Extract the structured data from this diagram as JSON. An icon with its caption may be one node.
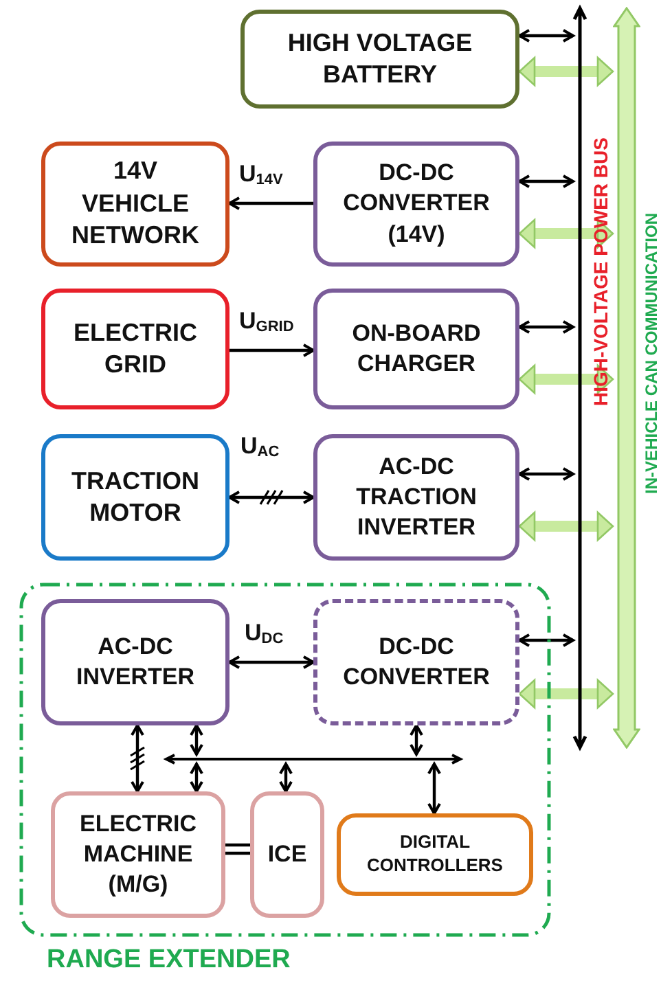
{
  "diagram": {
    "nodes": [
      {
        "text": [
          "HIGH VOLTAGE BATTERY"
        ]
      },
      {
        "text": [
          "14V VEHICLE NETWORK"
        ]
      },
      {
        "text": [
          "DC-DC CONVERTER (14V)"
        ]
      },
      {
        "text": [
          "ELECTRIC GRID"
        ]
      },
      {
        "text": [
          "ON-BOARD CHARGER"
        ]
      },
      {
        "text": [
          "TRACTION MOTOR"
        ]
      },
      {
        "text": [
          "AC-DC TRACTION INVERTER"
        ]
      },
      {
        "text": [
          "RANGE EXTENDER"
        ]
      },
      {
        "text": [
          "AC-DC INVERTER"
        ],
        "in": 7
      },
      {
        "text": [
          "DC-DC CONVERTER"
        ],
        "in": 7
      },
      {
        "text": [
          "ELECTRIC MACHINE (M/G)"
        ],
        "in": 7
      },
      {
        "text": [
          "ICE"
        ],
        "in": 7
      },
      {
        "text": [
          "DIGITAL CONTROLLERS"
        ],
        "in": 7
      },
      {
        "text": [],
        "shape": "bar",
        "beside": [
          "HIGH-VOLTAGE POWER BUS"
        ]
      },
      {
        "text": [],
        "shape": "bar",
        "beside": [
          "IN-VEHICLE CAN COMMUNICATION"
        ]
      },
      {
        "text": [],
        "shape": "bar",
        "in": 7
      }
    ],
    "edges": [
      {
        "from": 0,
        "to": 13,
        "arrow": "both"
      },
      {
        "from": 0,
        "to": 14,
        "arrow": "both",
        "style": "thick",
        "color": "#c8ea9e"
      },
      {
        "from": 2,
        "to": 1,
        "arrow": "to",
        "label": "U$_{14V}$"
      },
      {
        "from": 2,
        "to": 13,
        "arrow": "both"
      },
      {
        "from": 2,
        "to": 14,
        "arrow": "both",
        "style": "thick",
        "color": "#c8ea9e"
      },
      {
        "from": 3,
        "to": 4,
        "arrow": "to",
        "label": "U$_{GRID}$"
      },
      {
        "from": 4,
        "to": 13,
        "arrow": "both"
      },
      {
        "from": 4,
        "to": 14,
        "arrow": "both",
        "style": "thick",
        "color": "#c8ea9e"
      },
      {
        "from": 5,
        "to": 6,
        "arrow": "both",
        "label": "U$_{AC}$"
      },
      {
        "from": 6,
        "to": 13,
        "arrow": "both"
      },
      {
        "from": 6,
        "to": 14,
        "arrow": "both",
        "style": "thick",
        "color": "#c8ea9e"
      },
      {
        "from": 8,
        "to": 9,
        "arrow": "both",
        "label": "U$_{DC}$"
      },
      {
        "from": 9,
        "to": 13,
        "arrow": "both"
      },
      {
        "from": 9,
        "to": 14,
        "arrow": "both",
        "style": "thick",
        "color": "#c8ea9e"
      },
      {
        "from": 8,
        "to": 10,
        "arrow": "both"
      },
      {
        "from": 8,
        "to": 15,
        "arrow": "both"
      },
      {
        "from": 15,
        "to": 10,
        "arrow": "both"
      },
      {
        "from": 15,
        "to": 11,
        "arrow": "both"
      },
      {
        "from": 9,
        "to": 15,
        "arrow": "both"
      },
      {
        "from": 15,
        "to": 12,
        "arrow": "both"
      },
      {
        "from": 10,
        "to": 11,
        "arrow": "none"
      }
    ]
  }
}
